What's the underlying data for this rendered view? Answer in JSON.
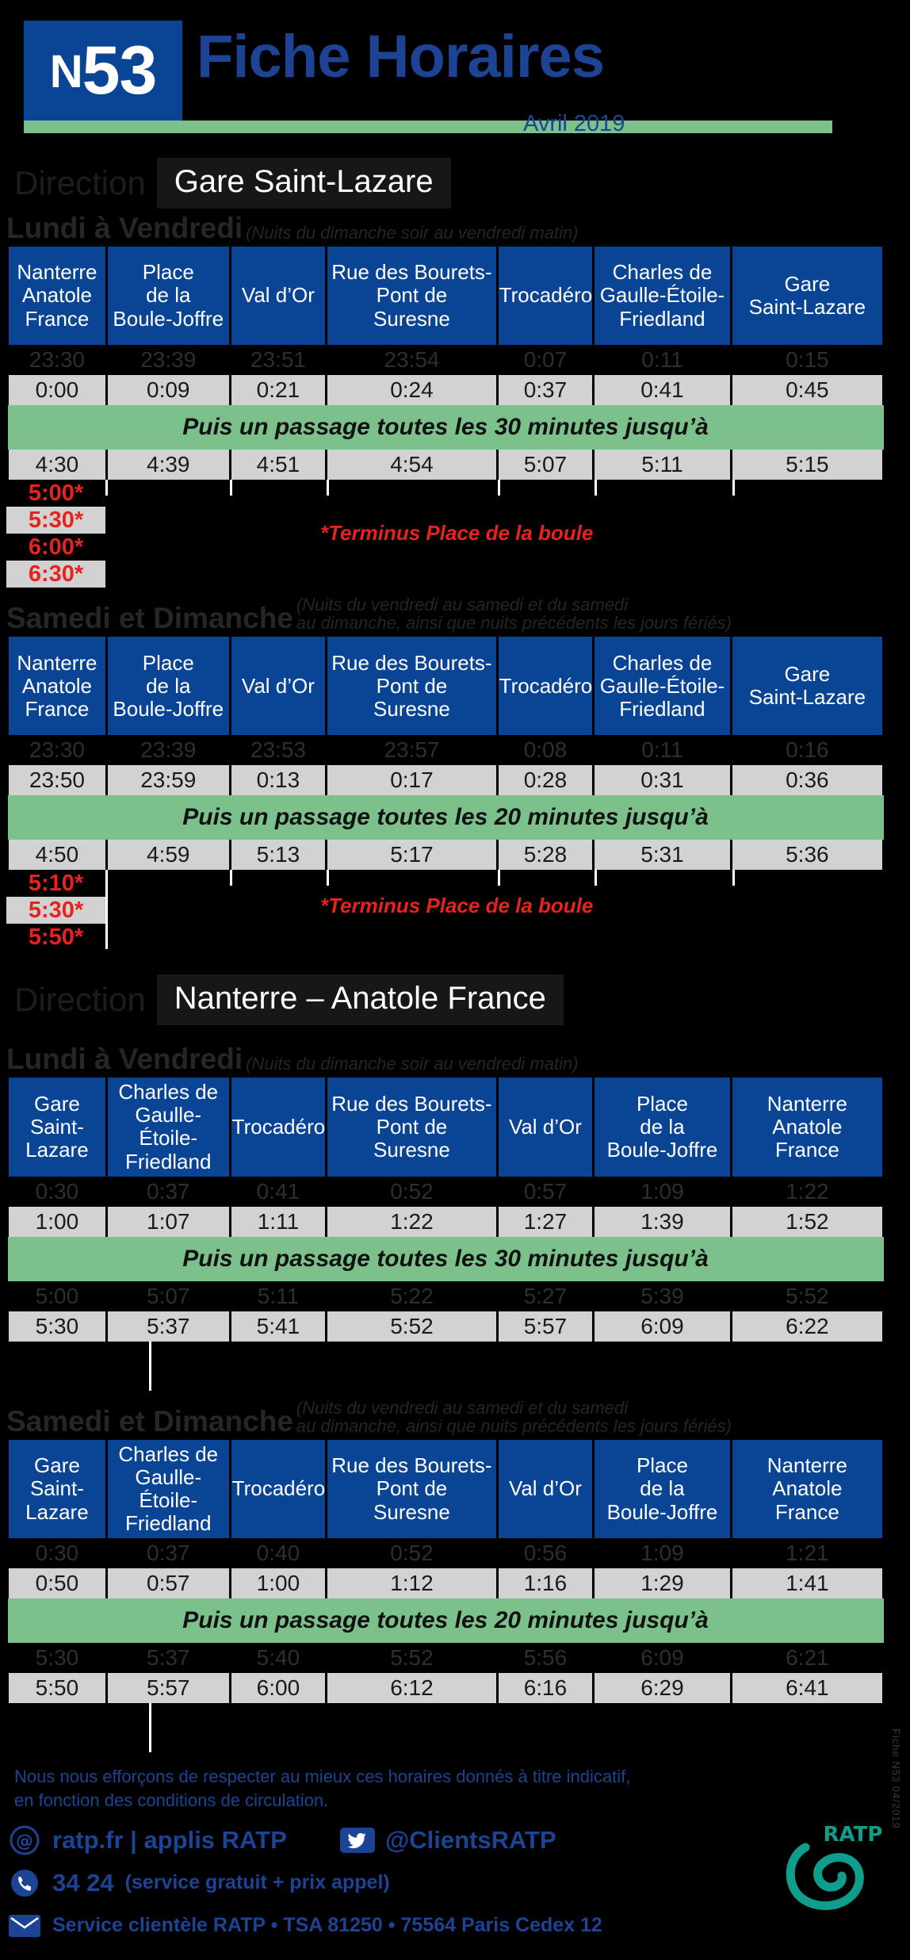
{
  "header": {
    "line_prefix": "N",
    "line_number": "53",
    "title": "Fiche Horaires",
    "date": "Avril 2019"
  },
  "labels": {
    "direction_word": "Direction",
    "weekday_label": "Lundi à Vendredi",
    "weekday_note_line1": "(Nuits du dimanche soir au vendredi matin)",
    "weekend_label": "Samedi et Dimanche",
    "weekend_note_line1": "(Nuits du vendredi au samedi et du samedi",
    "weekend_note_line2": "au dimanche, ainsi que nuits précédents les jours fériés)",
    "terminus_note": "*Terminus Place de la boule"
  },
  "sections": [
    {
      "direction": "Gare Saint-Lazare",
      "tables": [
        {
          "day_label": "Lundi à Vendredi",
          "columns": [
            "Nanterre\nAnatole\nFrance",
            "Place\nde la\nBoule-Joffre",
            "Val d’Or",
            "Rue des Bourets-\nPont de\nSuresne",
            "Trocadéro",
            "Charles de\nGaulle-Étoile-\nFriedland",
            "Gare\nSaint-Lazare"
          ],
          "rows": [
            {
              "style": "dark",
              "times": [
                "23:30",
                "23:39",
                "23:51",
                "23:54",
                "0:07",
                "0:11",
                "0:15"
              ]
            },
            {
              "style": "light",
              "times": [
                "0:00",
                "0:09",
                "0:21",
                "0:24",
                "0:37",
                "0:41",
                "0:45"
              ]
            }
          ],
          "frequency": "Puis un passage toutes les 30 minutes jusqu’à",
          "last_row": {
            "style": "light",
            "times": [
              "4:30",
              "4:39",
              "4:51",
              "4:54",
              "5:07",
              "5:11",
              "5:15"
            ]
          },
          "terminus_times": [
            {
              "style": "dark",
              "value": "5:00*"
            },
            {
              "style": "light",
              "value": "5:30*"
            },
            {
              "style": "dark",
              "value": "6:00*"
            },
            {
              "style": "light",
              "value": "6:30*"
            }
          ]
        },
        {
          "day_label": "Samedi et Dimanche",
          "columns": [
            "Nanterre\nAnatole\nFrance",
            "Place\nde la\nBoule-Joffre",
            "Val d’Or",
            "Rue des Bourets-\nPont de\nSuresne",
            "Trocadéro",
            "Charles de\nGaulle-Étoile-\nFriedland",
            "Gare\nSaint-Lazare"
          ],
          "rows": [
            {
              "style": "dark",
              "times": [
                "23:30",
                "23:39",
                "23:53",
                "23:57",
                "0:08",
                "0:11",
                "0:16"
              ]
            },
            {
              "style": "light",
              "times": [
                "23:50",
                "23:59",
                "0:13",
                "0:17",
                "0:28",
                "0:31",
                "0:36"
              ]
            }
          ],
          "frequency": "Puis un passage toutes les 20 minutes jusqu’à",
          "last_row": {
            "style": "light",
            "times": [
              "4:50",
              "4:59",
              "5:13",
              "5:17",
              "5:28",
              "5:31",
              "5:36"
            ]
          },
          "terminus_times": [
            {
              "style": "dark",
              "value": "5:10*"
            },
            {
              "style": "light",
              "value": "5:30*"
            },
            {
              "style": "dark",
              "value": "5:50*"
            }
          ]
        }
      ]
    },
    {
      "direction": "Nanterre – Anatole France",
      "tables": [
        {
          "day_label": "Lundi à Vendredi",
          "columns": [
            "Gare\nSaint-Lazare",
            "Charles de\nGaulle-Étoile-\nFriedland",
            "Trocadéro",
            "Rue des Bourets-\nPont de\nSuresne",
            "Val d’Or",
            "Place\nde la\nBoule-Joffre",
            "Nanterre\nAnatole\nFrance"
          ],
          "rows": [
            {
              "style": "dark",
              "times": [
                "0:30",
                "0:37",
                "0:41",
                "0:52",
                "0:57",
                "1:09",
                "1:22"
              ]
            },
            {
              "style": "light",
              "times": [
                "1:00",
                "1:07",
                "1:11",
                "1:22",
                "1:27",
                "1:39",
                "1:52"
              ]
            }
          ],
          "frequency": "Puis un passage toutes les 30 minutes jusqu’à",
          "after_rows": [
            {
              "style": "dark",
              "times": [
                "5:00",
                "5:07",
                "5:11",
                "5:22",
                "5:27",
                "5:39",
                "5:52"
              ]
            },
            {
              "style": "light",
              "times": [
                "5:30",
                "5:37",
                "5:41",
                "5:52",
                "5:57",
                "6:09",
                "6:22"
              ]
            }
          ],
          "terminus_times": []
        },
        {
          "day_label": "Samedi et Dimanche",
          "columns": [
            "Gare\nSaint-Lazare",
            "Charles de\nGaulle-Étoile-\nFriedland",
            "Trocadéro",
            "Rue des Bourets-\nPont de\nSuresne",
            "Val d’Or",
            "Place\nde la\nBoule-Joffre",
            "Nanterre\nAnatole\nFrance"
          ],
          "rows": [
            {
              "style": "dark",
              "times": [
                "0:30",
                "0:37",
                "0:40",
                "0:52",
                "0:56",
                "1:09",
                "1:21"
              ]
            },
            {
              "style": "light",
              "times": [
                "0:50",
                "0:57",
                "1:00",
                "1:12",
                "1:16",
                "1:29",
                "1:41"
              ]
            }
          ],
          "frequency": "Puis un passage toutes les 20 minutes jusqu’à",
          "after_rows": [
            {
              "style": "dark",
              "times": [
                "5:30",
                "5:37",
                "5:40",
                "5:52",
                "5:56",
                "6:09",
                "6:21"
              ]
            },
            {
              "style": "light",
              "times": [
                "5:50",
                "5:57",
                "6:00",
                "6:12",
                "6:16",
                "6:29",
                "6:41"
              ]
            }
          ],
          "terminus_times": []
        }
      ]
    }
  ],
  "footer": {
    "disclaimer_line1": "Nous nous efforçons de respecter au mieux ces horaires donnés à titre indicatif,",
    "disclaimer_line2": "en fonction des conditions de circulation.",
    "web": "ratp.fr | applis RATP",
    "twitter": "@ClientsRATP",
    "phone": "34 24",
    "phone_note": "(service gratuit + prix appel)",
    "mail": "Service clientèle RATP • TSA 81250 • 75564 Paris Cedex 12",
    "logo_text": "RATP",
    "side_code": "Fiche N53 04/2019"
  },
  "colors": {
    "brand_blue": "#1d4494",
    "table_blue": "#0a4595",
    "green": "#7cc08b",
    "red": "#e8221c",
    "row_light": "#d2d2d2"
  }
}
